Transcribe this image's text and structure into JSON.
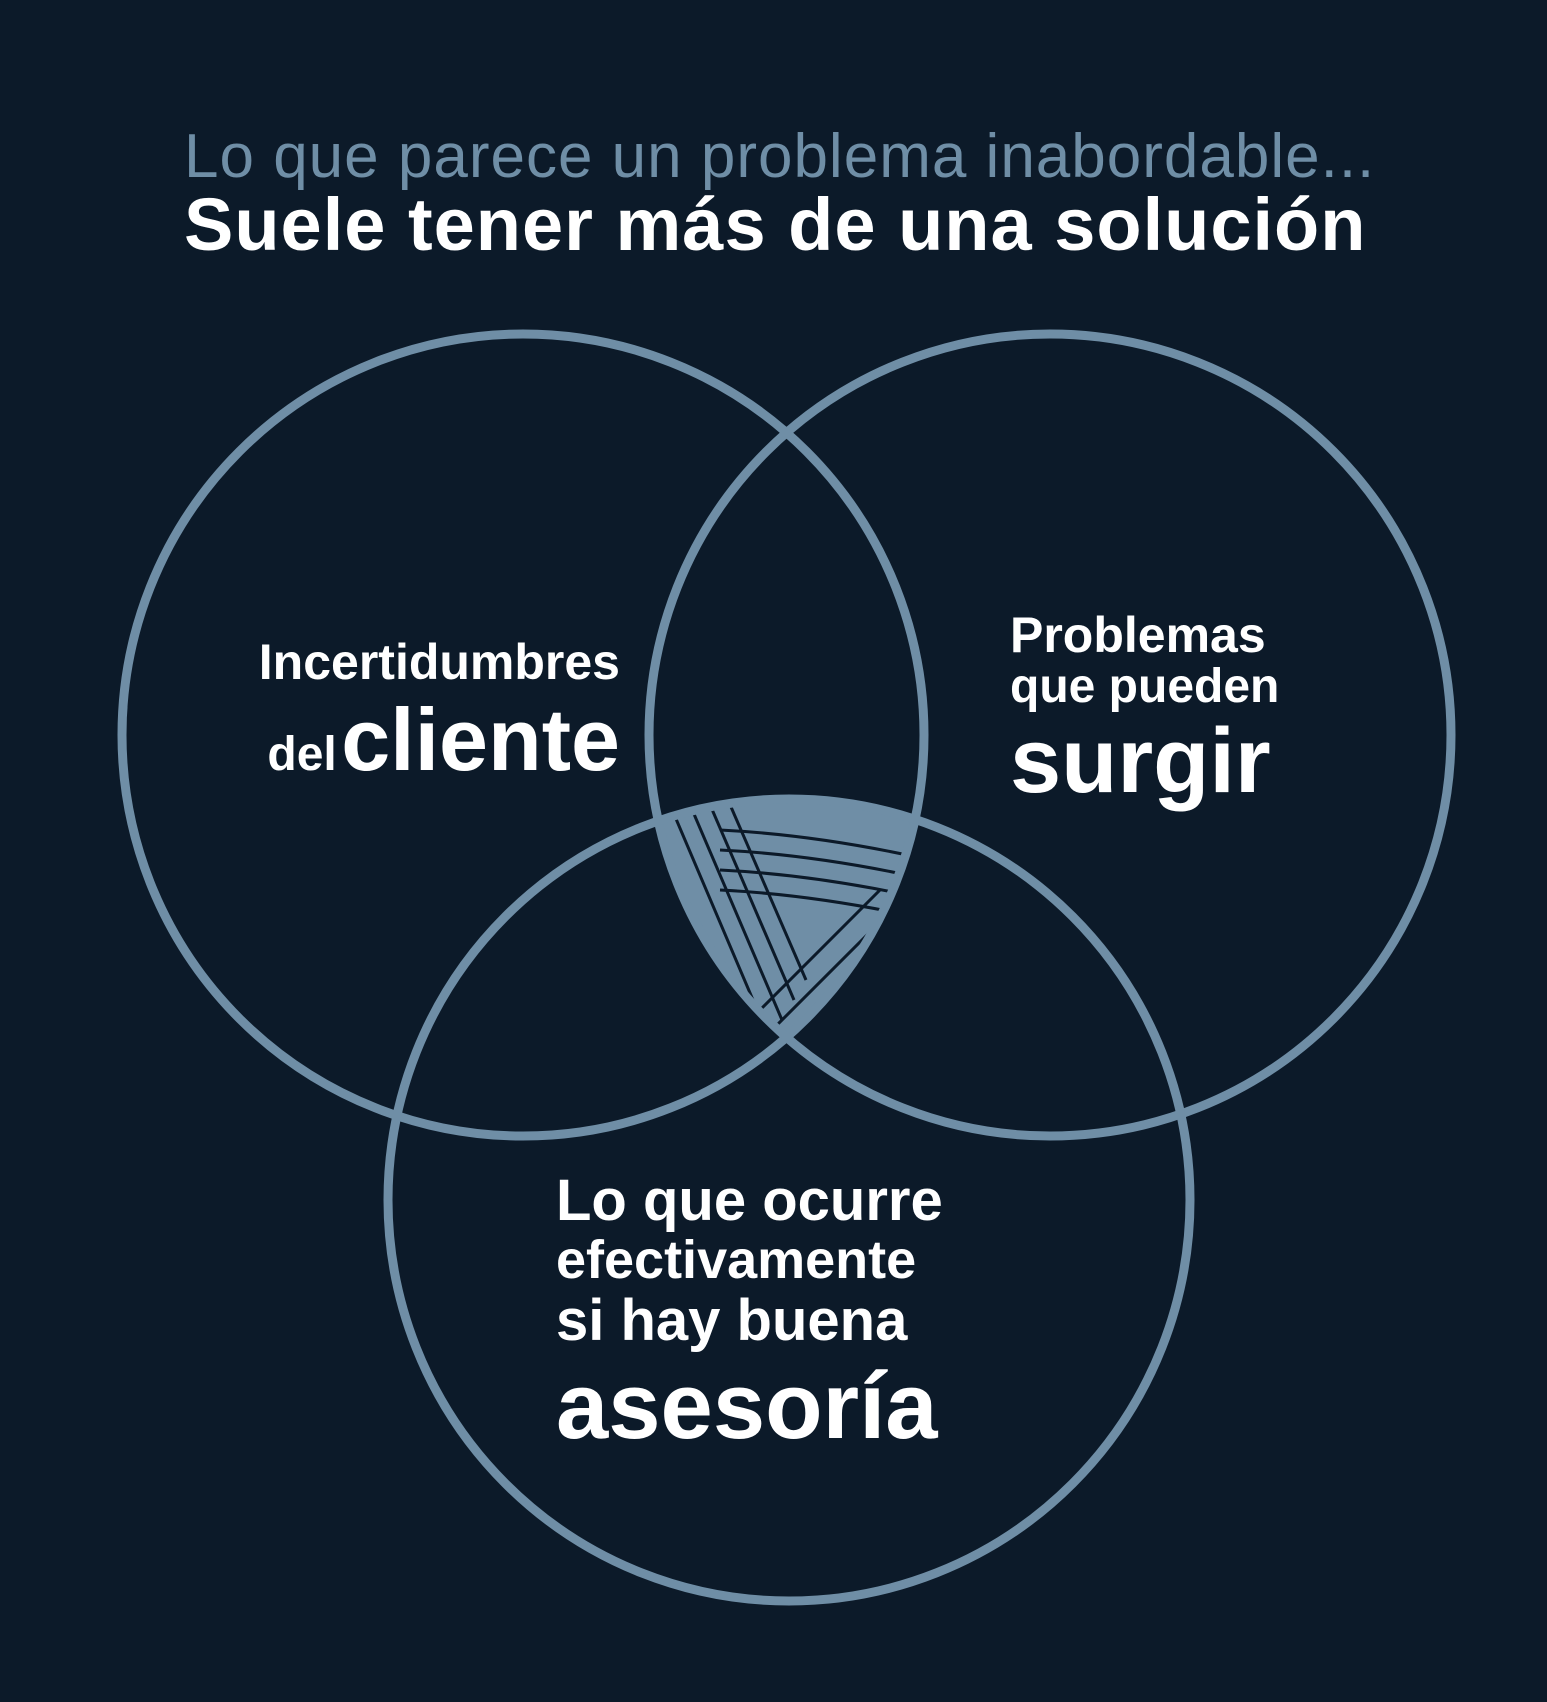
{
  "header": {
    "subtitle": "Lo que parece un problema inabordable...",
    "title": "Suele tener más de una solución"
  },
  "circles": {
    "left": {
      "line1": "Incertidumbres",
      "line2_small": "del",
      "line2_big": "cliente"
    },
    "right": {
      "line1": "Problemas",
      "line2": "que pueden",
      "line3": "surgir"
    },
    "bottom": {
      "line1": "Lo que ocurre",
      "line2": "efectivamente",
      "line3": "si hay buena",
      "line4": "asesoría"
    }
  },
  "colors": {
    "background": "#0c1a29",
    "circle_stroke": "#6f8ea6",
    "subtitle": "#6f8ea6",
    "text": "#ffffff"
  }
}
